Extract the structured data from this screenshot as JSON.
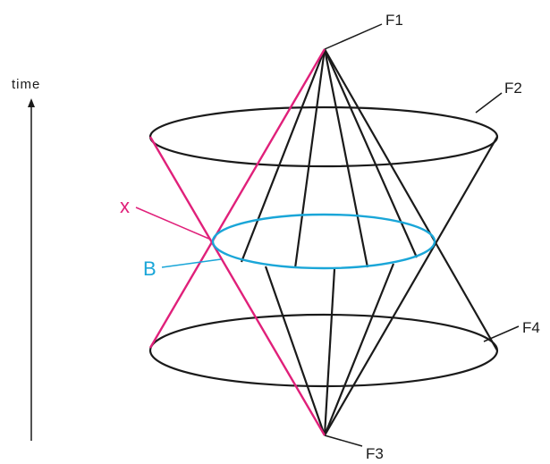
{
  "labels": {
    "time": "time",
    "f1": "F1",
    "f2": "F2",
    "f3": "F3",
    "f4": "F4",
    "x": "x",
    "b": "B"
  },
  "colors": {
    "ink": "#1a1a1a",
    "magenta": "#e0207a",
    "cyan": "#1aa6d8"
  }
}
